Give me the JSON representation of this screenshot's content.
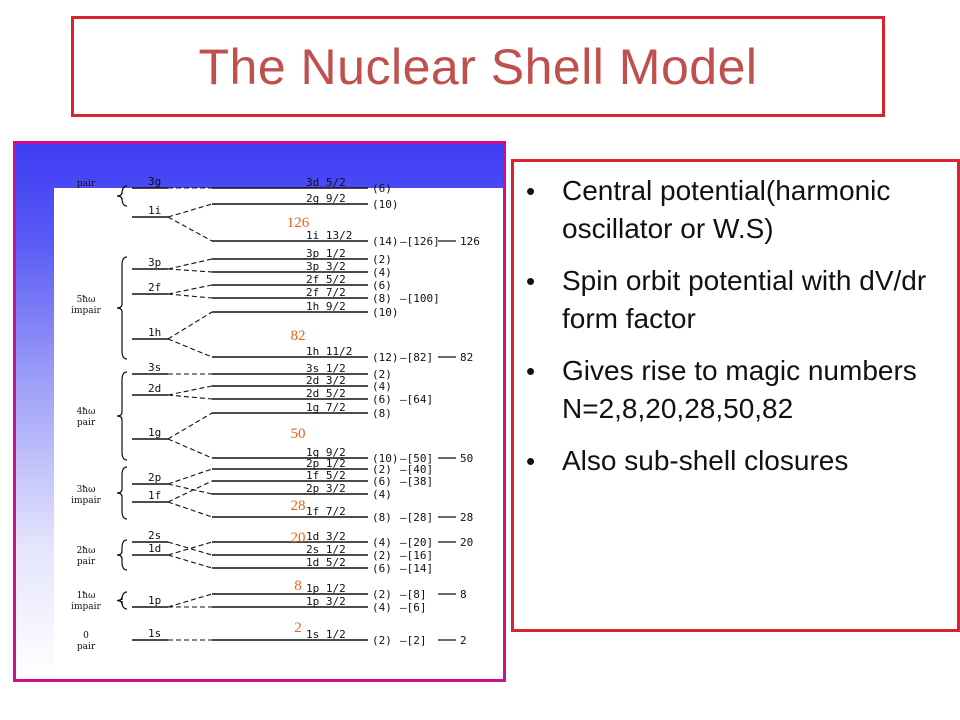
{
  "title": "The Nuclear Shell Model",
  "bullets": [
    "Central potential(harmonic oscillator or W.S)",
    "Spin orbit potential with dV/dr form factor",
    "Gives rise to magic numbers N=2,8,20,28,50,82",
    "Also sub-shell closures"
  ],
  "diagram": {
    "groups": [
      {
        "top": "pair",
        "bottom": ""
      },
      {
        "top": "5ħω",
        "bottom": "impair"
      },
      {
        "top": "4ħω",
        "bottom": "pair"
      },
      {
        "top": "3ħω",
        "bottom": "impair"
      },
      {
        "top": "2ħω",
        "bottom": "pair"
      },
      {
        "top": "1ħω",
        "bottom": "impair"
      },
      {
        "top": "0",
        "bottom": "pair"
      }
    ],
    "levels": [
      {
        "osc": "3g",
        "split": "3d 5/2",
        "occ": "(6)",
        "cum": "",
        "magic": ""
      },
      {
        "osc": "",
        "split": "2g 9/2",
        "occ": "(10)",
        "cum": "",
        "magic": ""
      },
      {
        "osc": "1i",
        "split": "1i 13/2",
        "occ": "(14)",
        "cum": "[126]",
        "magic": "126"
      },
      {
        "osc": "3p",
        "split": "3p 1/2",
        "occ": "(2)",
        "cum": "",
        "magic": ""
      },
      {
        "osc": "",
        "split": "3p 3/2",
        "occ": "(4)",
        "cum": "",
        "magic": ""
      },
      {
        "osc": "2f",
        "split": "2f 5/2",
        "occ": "(6)",
        "cum": "",
        "magic": ""
      },
      {
        "osc": "",
        "split": "2f 7/2",
        "occ": "(8)",
        "cum": "[100]",
        "magic": ""
      },
      {
        "osc": "",
        "split": "1h 9/2",
        "occ": "(10)",
        "cum": "",
        "magic": ""
      },
      {
        "osc": "1h",
        "split": "1h 11/2",
        "occ": "(12)",
        "cum": "[82]",
        "magic": "82"
      },
      {
        "osc": "3s",
        "split": "3s 1/2",
        "occ": "(2)",
        "cum": "",
        "magic": ""
      },
      {
        "osc": "2d",
        "split": "2d 3/2",
        "occ": "(4)",
        "cum": "",
        "magic": ""
      },
      {
        "osc": "",
        "split": "2d 5/2",
        "occ": "(6)",
        "cum": "[64]",
        "magic": ""
      },
      {
        "osc": "1g",
        "split": "1g 7/2",
        "occ": "(8)",
        "cum": "",
        "magic": ""
      },
      {
        "osc": "",
        "split": "1g 9/2",
        "occ": "(10)",
        "cum": "[50]",
        "magic": "50"
      },
      {
        "osc": "2p",
        "split": "2p 1/2",
        "occ": "(2)",
        "cum": "[40]",
        "magic": ""
      },
      {
        "osc": "",
        "split": "1f 5/2",
        "occ": "(6)",
        "cum": "[38]",
        "magic": ""
      },
      {
        "osc": "1f",
        "split": "2p 3/2",
        "occ": "(4)",
        "cum": "",
        "magic": ""
      },
      {
        "osc": "",
        "split": "1f 7/2",
        "occ": "(8)",
        "cum": "[28]",
        "magic": "28"
      },
      {
        "osc": "2s",
        "split": "1d 3/2",
        "occ": "(4)",
        "cum": "[20]",
        "magic": "20"
      },
      {
        "osc": "1d",
        "split": "2s 1/2",
        "occ": "(2)",
        "cum": "[16]",
        "magic": ""
      },
      {
        "osc": "",
        "split": "1d 5/2",
        "occ": "(6)",
        "cum": "[14]",
        "magic": ""
      },
      {
        "osc": "",
        "split": "1p 1/2",
        "occ": "(2)",
        "cum": "[8]",
        "magic": "8"
      },
      {
        "osc": "1p",
        "split": "1p 3/2",
        "occ": "(4)",
        "cum": "[6]",
        "magic": ""
      },
      {
        "osc": "1s",
        "split": "1s 1/2",
        "occ": "(2)",
        "cum": "[2]",
        "magic": "2"
      }
    ],
    "magic_overlays": [
      "126",
      "82",
      "50",
      "28",
      "20",
      "8",
      "2"
    ]
  }
}
